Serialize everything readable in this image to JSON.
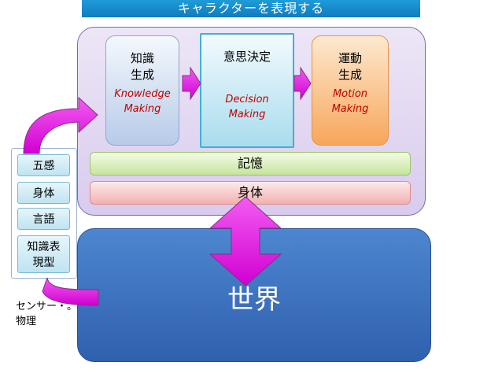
{
  "title": "キャラクターを表現する",
  "cards": {
    "knowledge": {
      "jp_line1": "知識",
      "jp_line2": "生成",
      "en_line1": "Knowledge",
      "en_line2": "Making"
    },
    "decision": {
      "jp_line1": "意思決定",
      "en_line1": "Decision",
      "en_line2": "Making"
    },
    "motion": {
      "jp_line1": "運動",
      "jp_line2": "生成",
      "en_line1": "Motion",
      "en_line2": "Making"
    }
  },
  "memory_label": "記憶",
  "body_label": "身体",
  "world_label": "世界",
  "side_items": [
    "五感",
    "身体",
    "言語",
    "知識表",
    "現型"
  ],
  "sensor_text": {
    "line1": "センサー・。",
    "line2": "物理"
  },
  "colors": {
    "title_bar": "#1a8fd0",
    "arrow_magenta": "#e817e8",
    "english_text": "#c00000",
    "world_blue": "#3f72c0"
  }
}
